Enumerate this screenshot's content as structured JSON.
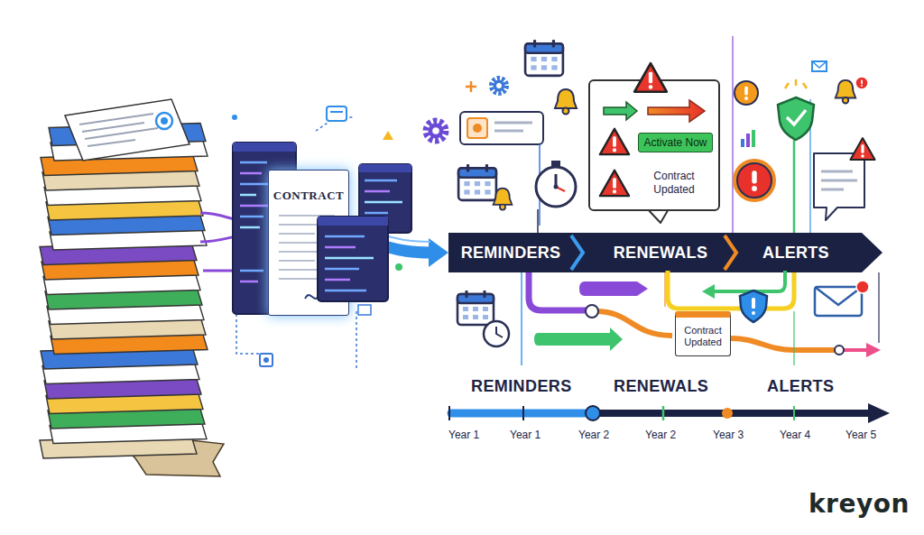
{
  "diagram": {
    "nodes": [
      {
        "text": [
          "CONTRACT"
        ]
      },
      {
        "text": [
          "Contract Updated"
        ]
      },
      {
        "text": [
          "Activate Now"
        ],
        "in": 1
      },
      {
        "text": [
          "REMINDERS"
        ]
      },
      {
        "text": [
          "RENEWALS"
        ]
      },
      {
        "text": [
          "ALERTS"
        ]
      },
      {
        "text": [
          "Contract Updated"
        ]
      }
    ],
    "edges": [
      {
        "from": 0,
        "to": 3,
        "arrow": "to"
      }
    ],
    "labels": [
      "REMINDERS",
      "RENEWALS",
      "ALERTS",
      "Year 1",
      "Year 1",
      "Year 2",
      "Year 2",
      "Year 3",
      "Year 4",
      "Year 5",
      "kreyon"
    ]
  }
}
